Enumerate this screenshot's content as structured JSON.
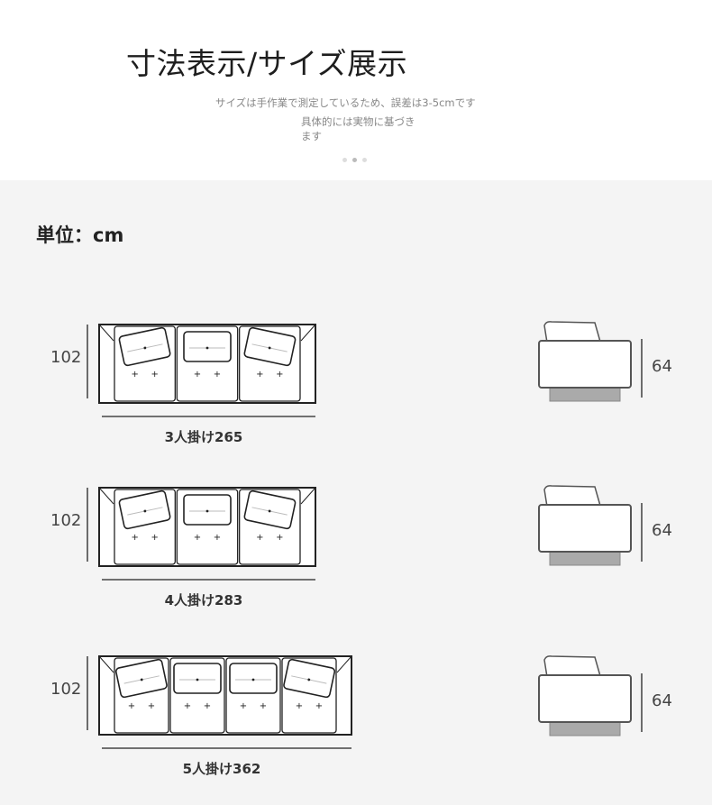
{
  "header": {
    "title": "寸法表示/サイズ展示",
    "note_line1": "サイズは手作業で測定しているため、誤差は3-5cmです",
    "note_line2": "具体的には実物に基づきます",
    "carousel_dots": 3,
    "carousel_active": 2
  },
  "unit_label": "単位：cm",
  "rows": [
    {
      "depth": "102",
      "height": "64",
      "label": "3人掛け265",
      "seats": 3
    },
    {
      "depth": "102",
      "height": "64",
      "label": "4人掛け283",
      "seats": 3
    },
    {
      "depth": "102",
      "height": "64",
      "label": "5人掛け362",
      "seats": 4
    }
  ]
}
